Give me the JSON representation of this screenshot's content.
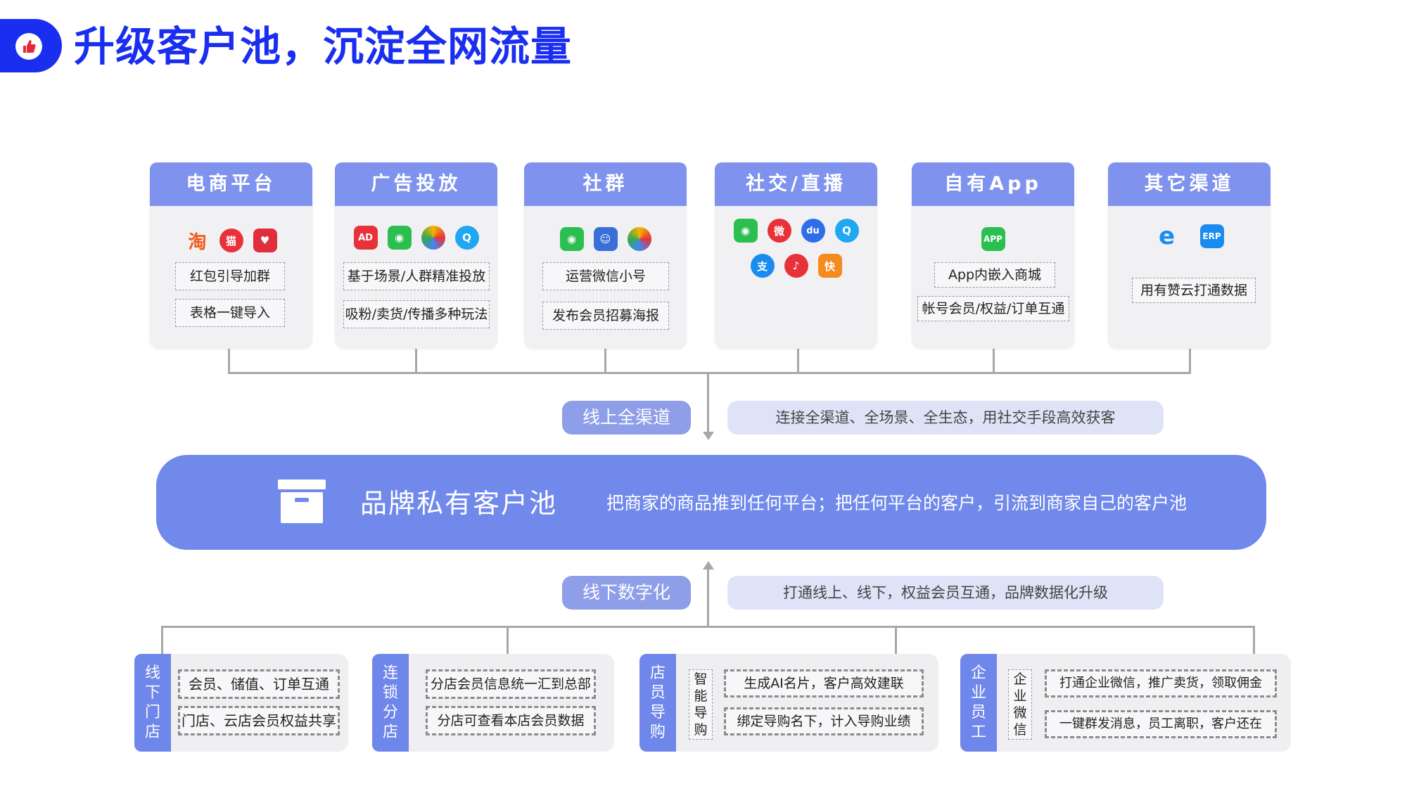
{
  "page": {
    "title": "升级客户池，沉淀全网流量"
  },
  "channels": [
    {
      "title": "电商平台",
      "icons": [
        "taobao-icon",
        "tmall-icon",
        "pinduoduo-icon"
      ],
      "items": [
        "红包引导加群",
        "表格一键导入"
      ]
    },
    {
      "title": "广告投放",
      "icons": [
        "ad-icon",
        "wechat-icon",
        "moments-icon",
        "qq-icon"
      ],
      "items": [
        "基于场景/人群精准投放",
        "吸粉/卖货/传播多种玩法"
      ]
    },
    {
      "title": "社群",
      "icons": [
        "wechat-icon",
        "contact-icon",
        "moments-icon"
      ],
      "items": [
        "运营微信小号",
        "发布会员招募海报"
      ]
    },
    {
      "title": "社交/直播",
      "icons": [
        "wechat-icon",
        "weibo-icon",
        "baidu-icon",
        "qq-icon",
        "alipay-icon",
        "douyin-icon",
        "kuaishou-icon"
      ],
      "items": []
    },
    {
      "title": "自有App",
      "icons": [
        "app-icon"
      ],
      "items": [
        "App内嵌入商城",
        "帐号会员/权益/订单互通"
      ]
    },
    {
      "title": "其它渠道",
      "icons": [
        "ie-icon",
        "erp-icon"
      ],
      "items": [
        "用有赞云打通数据"
      ]
    }
  ],
  "online": {
    "label": "线上全渠道",
    "note": "连接全渠道、全场景、全生态，用社交手段高效获客"
  },
  "pool": {
    "title": "品牌私有客户池",
    "desc": "把商家的商品推到任何平台；把任何平台的客户，引流到商家自己的客户池"
  },
  "offline": {
    "label": "线下数字化",
    "note": "打通线上、线下，权益会员互通，品牌数据化升级"
  },
  "offline_cards": [
    {
      "side": [
        "线",
        "下",
        "门",
        "店"
      ],
      "sub": [],
      "items": [
        "会员、储值、订单互通",
        "门店、云店会员权益共享"
      ]
    },
    {
      "side": [
        "连",
        "锁",
        "分",
        "店"
      ],
      "sub": [],
      "items": [
        "分店会员信息统一汇到总部",
        "分店可查看本店会员数据"
      ]
    },
    {
      "side": [
        "店",
        "员",
        "导",
        "购"
      ],
      "sub": [
        "智",
        "能",
        "导",
        "购"
      ],
      "items": [
        "生成AI名片，客户高效建联",
        "绑定导购名下，计入导购业绩"
      ]
    },
    {
      "side": [
        "企",
        "业",
        "员",
        "工"
      ],
      "sub": [
        "企",
        "业",
        "微",
        "信"
      ],
      "items": [
        "打通企业微信，推广卖货，领取佣金",
        "一键群发消息，员工离职，客户还在"
      ]
    }
  ],
  "colors": {
    "title_blue": "#1a2ef0",
    "card_head": "#7f93ee",
    "pool_bar": "#7189eb",
    "pill": "#8f9ee8",
    "note": "#dfe3f7",
    "side": "#6f86ea"
  }
}
